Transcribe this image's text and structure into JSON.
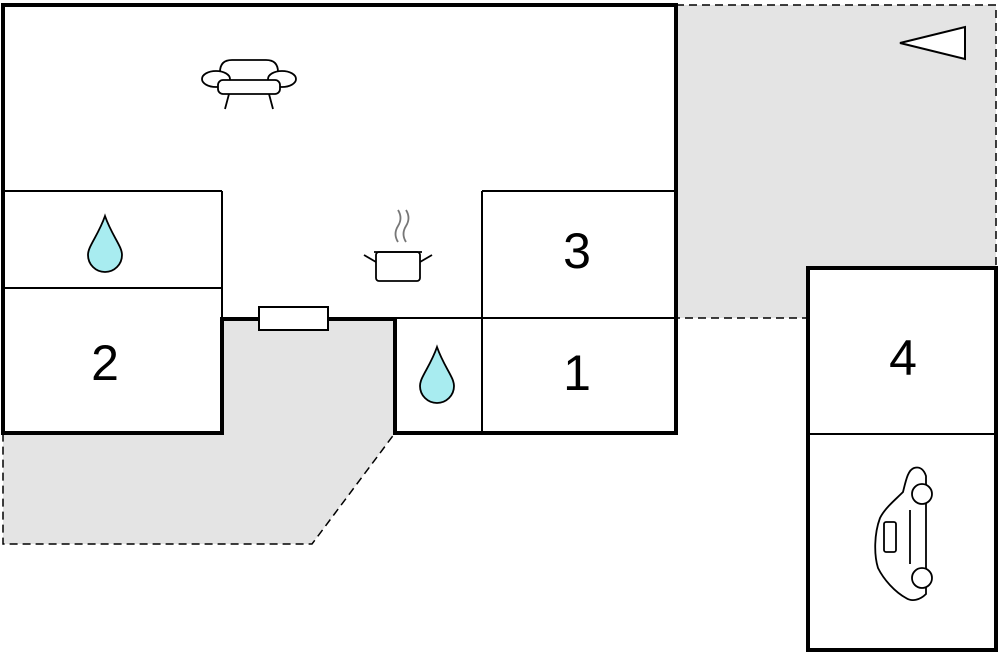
{
  "colors": {
    "wall": "#000000",
    "outdoor_area": "#e4e4e4",
    "water_drop": "#a8ecf0",
    "background": "#ffffff"
  },
  "rooms": [
    {
      "id": "room-1",
      "label": "1",
      "type": "bedroom"
    },
    {
      "id": "room-2",
      "label": "2",
      "type": "bedroom"
    },
    {
      "id": "room-3",
      "label": "3",
      "type": "bedroom"
    },
    {
      "id": "room-4",
      "label": "4",
      "type": "bedroom"
    }
  ],
  "icons": [
    {
      "name": "sofa-icon",
      "area": "living room"
    },
    {
      "name": "cooking-pot-icon",
      "area": "kitchen"
    },
    {
      "name": "water-drop-icon",
      "area": "bathroom"
    },
    {
      "name": "water-drop-icon",
      "area": "bathroom"
    },
    {
      "name": "car-icon",
      "area": "garage"
    },
    {
      "name": "north-arrow-icon",
      "area": "terrace"
    }
  ]
}
